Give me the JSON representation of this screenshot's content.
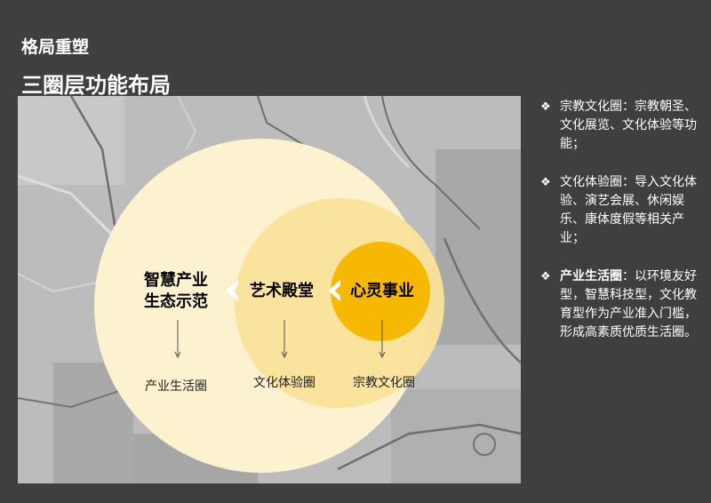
{
  "header": {
    "title": "格局重塑",
    "subtitle": "三圈层功能布局"
  },
  "diagram": {
    "outer_label_line1": "智慧产业",
    "outer_label_line2": "生态示范",
    "middle_label": "艺术殿堂",
    "inner_label": "心灵事业",
    "outer_caption": "产业生活圈",
    "middle_caption": "文化体验圈",
    "inner_caption": "宗教文化圈",
    "colors": {
      "outer": "#fdf2cf",
      "middle": "#f9e19a",
      "inner": "#f6b800"
    }
  },
  "bullets": [
    {
      "marker": "❖",
      "head": "宗教文化圈",
      "body": "：宗教朝圣、文化展览、文化体验等功能；"
    },
    {
      "marker": "❖",
      "head": "文化体验圈",
      "body": "：导入文化体验、演艺会展、休闲娱乐、康体度假等相关产业；"
    },
    {
      "marker": "❖",
      "head": "产业生活圈",
      "body": "：以环境友好型，智慧科技型，文化教育型作为产业准入门槛，形成高素质优质生活圈。"
    }
  ]
}
